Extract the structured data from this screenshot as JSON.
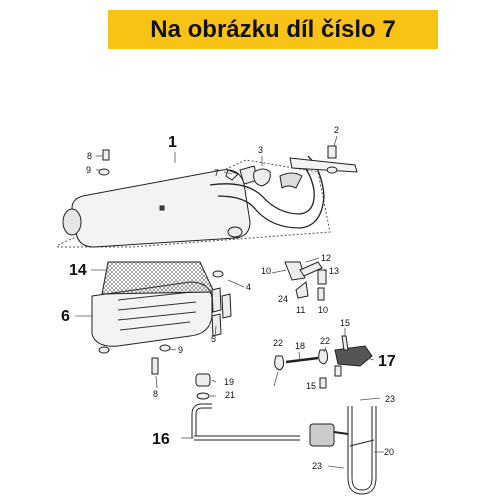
{
  "banner": {
    "text": "Na obrázku díl číslo 7",
    "bg_color": "#f9c316"
  },
  "callouts": {
    "c1": "1",
    "c2": "2",
    "c3": "3",
    "c4": "4",
    "c5": "5",
    "c6": "6",
    "c7": "7",
    "c8a": "8",
    "c8b": "8",
    "c9a": "9",
    "c9b": "9",
    "c10a": "10",
    "c10b": "10",
    "c11": "11",
    "c12": "12",
    "c13": "13",
    "c14": "14",
    "c15a": "15",
    "c15b": "15",
    "c16": "16",
    "c17": "17",
    "c18": "18",
    "c19": "19",
    "c20": "20",
    "c21": "21",
    "c22a": "22",
    "c22b": "22",
    "c23a": "23",
    "c23b": "23",
    "c24": "24"
  }
}
